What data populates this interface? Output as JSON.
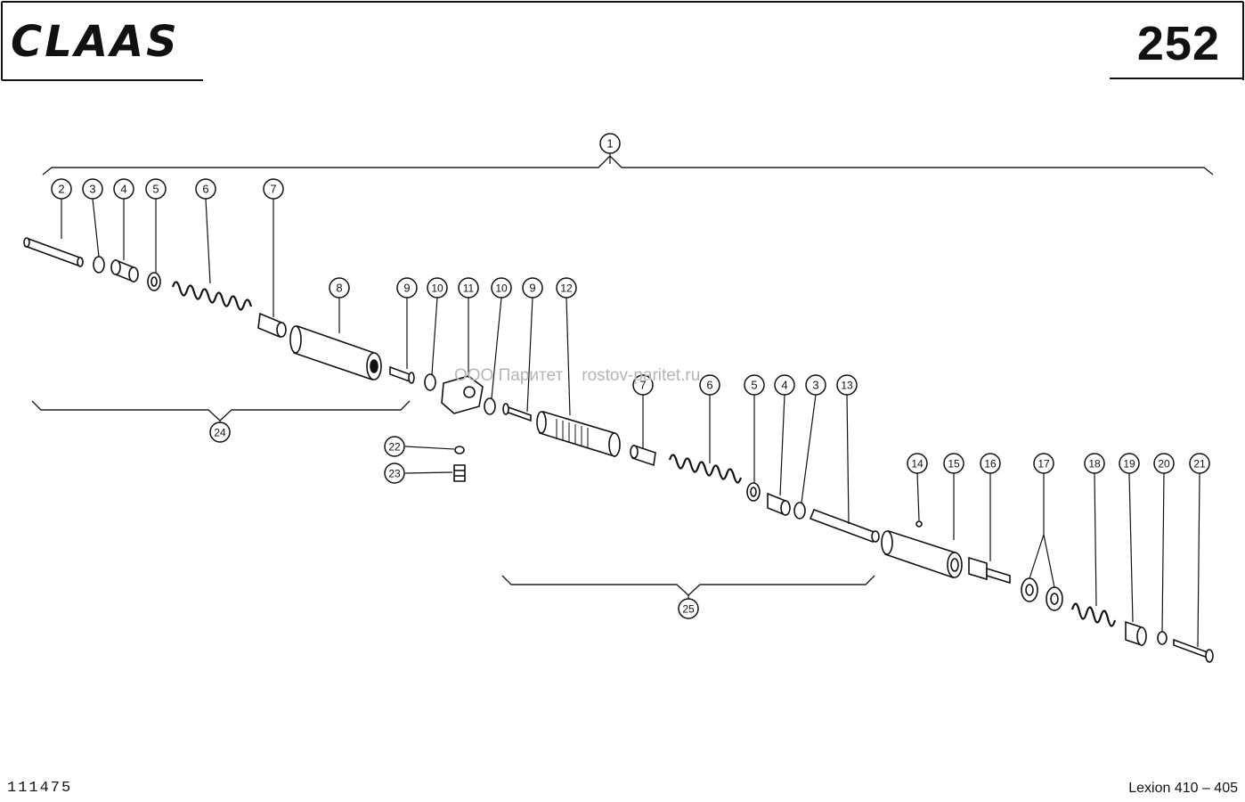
{
  "header": {
    "brand": "CLAAS",
    "page_number": "252"
  },
  "footer": {
    "doc_code": "111475",
    "model": "Lexion 410 – 405"
  },
  "watermark": "ООО Паритет    rostov-paritet.ru",
  "callouts": [
    "1",
    "2",
    "3",
    "4",
    "5",
    "6",
    "7",
    "8",
    "9",
    "10",
    "11",
    "10",
    "9",
    "12",
    "7",
    "6",
    "5",
    "4",
    "3",
    "13",
    "14",
    "15",
    "16",
    "17",
    "18",
    "19",
    "20",
    "21",
    "22",
    "23",
    "24",
    "25"
  ]
}
